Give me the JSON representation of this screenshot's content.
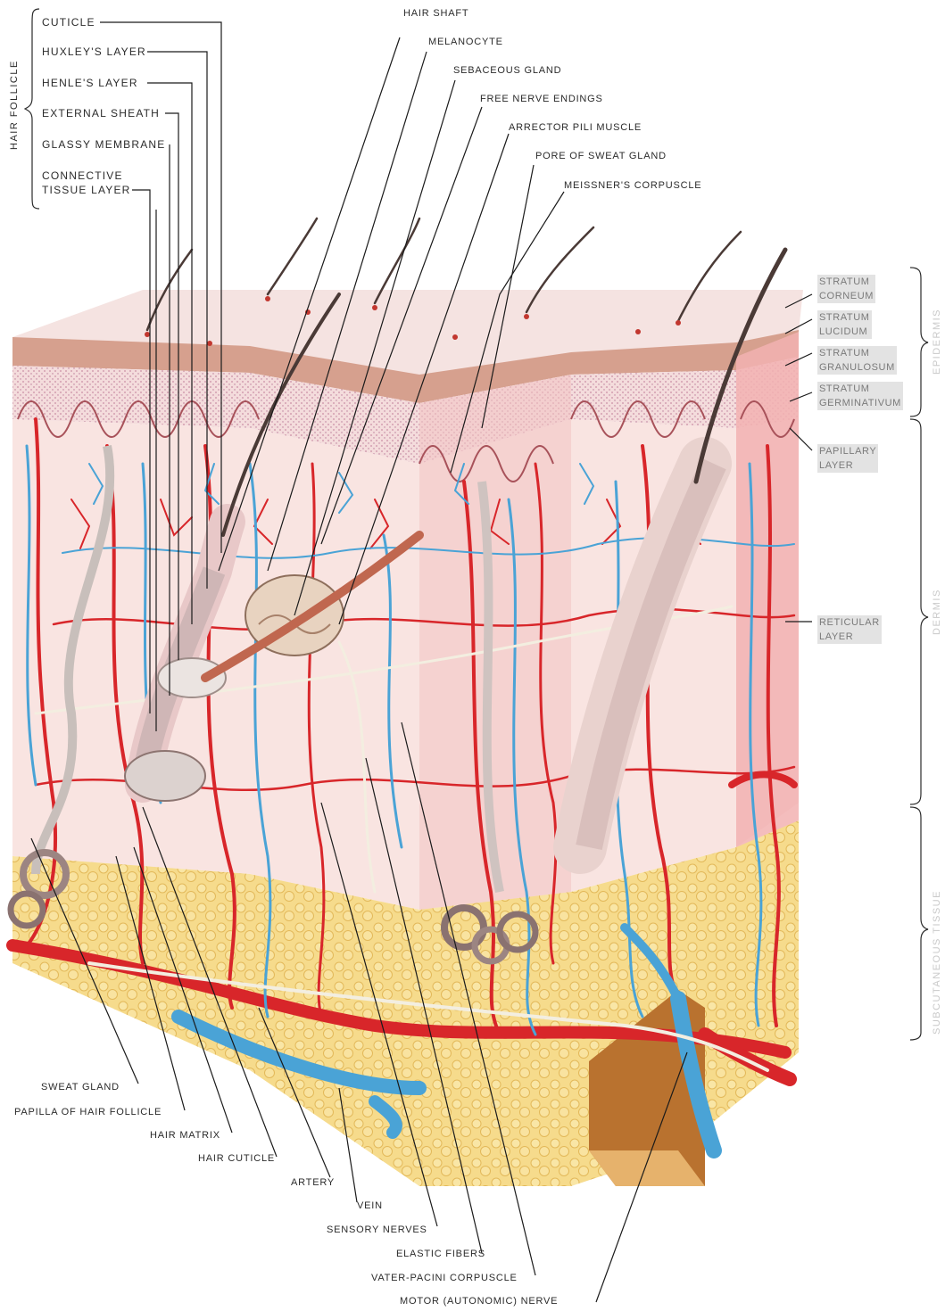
{
  "hair_follicle_group": {
    "title": "HAIR FOLLICLE",
    "items": [
      "CUTICLE",
      "HUXLEY'S LAYER",
      "HENLE'S LAYER",
      "EXTERNAL SHEATH",
      "GLASSY MEMBRANE",
      "CONNECTIVE",
      "TISSUE LAYER"
    ]
  },
  "top_labels": [
    "HAIR SHAFT",
    "MELANOCYTE",
    "SEBACEOUS GLAND",
    "FREE NERVE ENDINGS",
    "ARRECTOR PILI MUSCLE",
    "PORE OF SWEAT GLAND",
    "MEISSNER'S CORPUSCLE"
  ],
  "right_labels": {
    "stratum_corneum": [
      "STRATUM",
      "CORNEUM"
    ],
    "stratum_lucidum": [
      "STRATUM",
      "LUCIDUM"
    ],
    "stratum_granulosum": [
      "STRATUM",
      "GRANULOSUM"
    ],
    "stratum_germinativum": [
      "STRATUM",
      "GERMINATIVUM"
    ],
    "papillary_layer": [
      "PAPILLARY",
      "LAYER"
    ],
    "reticular_layer": [
      "RETICULAR",
      "LAYER"
    ]
  },
  "right_brackets": [
    "EPIDERMIS",
    "DERMIS",
    "SUBCUTANEOUS TISSUE"
  ],
  "bottom_labels": [
    "SWEAT GLAND",
    "PAPILLA OF HAIR FOLLICLE",
    "HAIR MATRIX",
    "HAIR CUTICLE",
    "ARTERY",
    "VEIN",
    "SENSORY NERVES",
    "ELASTIC FIBERS",
    "VATER-PACINI CORPUSCLE",
    "MOTOR (AUTONOMIC) NERVE"
  ],
  "colors": {
    "artery": "#d8262a",
    "vein": "#4aa3d6",
    "dermis": "#f6d3cf",
    "epidermis_pink": "#efb4b0",
    "fat": "#f4d27a",
    "nerve": "#f3eee0"
  }
}
